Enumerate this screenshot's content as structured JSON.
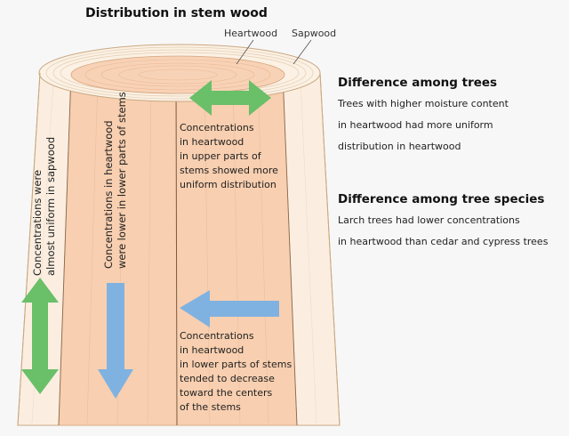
{
  "title": "Distribution in stem wood",
  "labels": {
    "heartwood": "Heartwood",
    "sapwood": "Sapwood"
  },
  "stem": {
    "sapwood_note": [
      "Concentrations were",
      "almost uniform in sapwood"
    ],
    "heart_lower_note": [
      "Concentrations in heartwood",
      "were lower in lower parts of stems"
    ],
    "upper_note": [
      "Concentrations",
      "in heartwood",
      "in upper parts of",
      "stems showed more",
      "uniform distribution"
    ],
    "lower_note": [
      "Concentrations",
      "in heartwood",
      "in lower parts of stems",
      "tended to decrease",
      "toward the centers",
      "of the stems"
    ]
  },
  "sidebar": {
    "trees_heading": "Difference among trees",
    "trees_lines": [
      "Trees with higher moisture content",
      "in heartwood had more uniform",
      "distribution in heartwood"
    ],
    "species_heading": "Difference among tree species",
    "species_lines": [
      "Larch trees had lower concentrations",
      "in heartwood than cedar and cypress trees"
    ]
  },
  "colors": {
    "sapwood": "#fbeee0",
    "heartwood": "#f8cfb0",
    "green_arrow": "#6abf69",
    "blue_arrow": "#7fb2e0",
    "outline": "#caa882"
  }
}
